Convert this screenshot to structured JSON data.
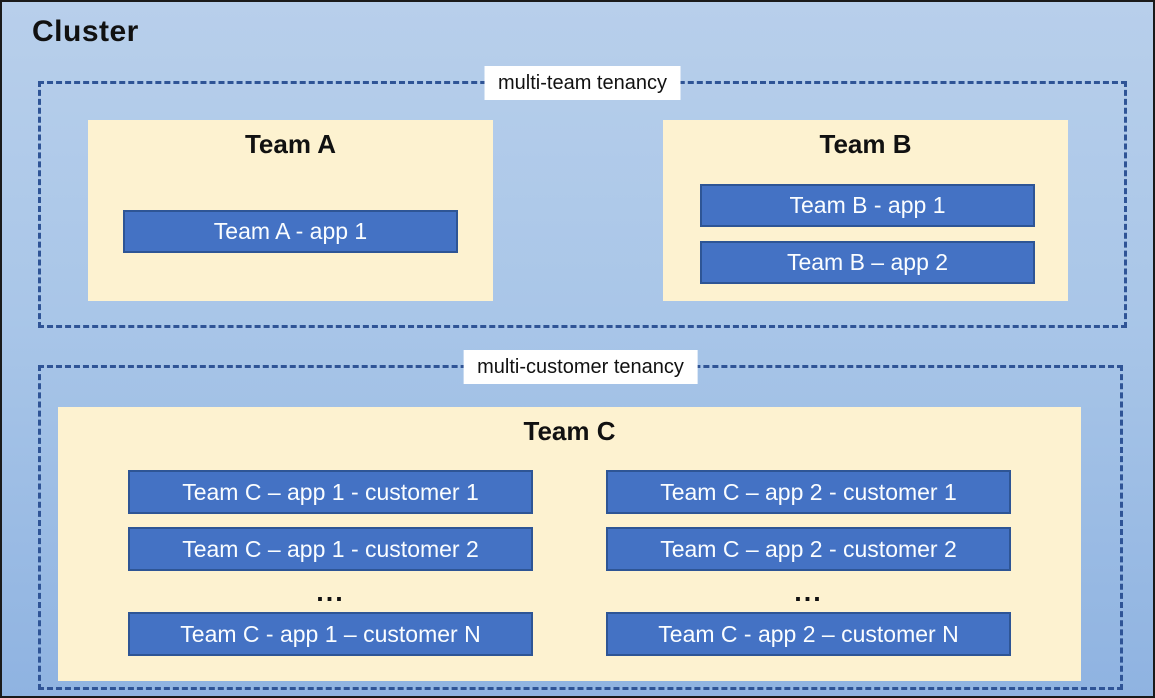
{
  "cluster": {
    "title": "Cluster"
  },
  "zones": [
    {
      "label": "multi-team tenancy",
      "teams": [
        {
          "name": "Team A",
          "apps": [
            "Team A - app 1"
          ]
        },
        {
          "name": "Team B",
          "apps": [
            "Team B - app 1",
            "Team B – app 2"
          ]
        }
      ]
    },
    {
      "label": "multi-customer tenancy",
      "teams": [
        {
          "name": "Team C",
          "columns": [
            {
              "apps": [
                "Team C – app 1 - customer 1",
                "Team C – app 1 - customer 2"
              ],
              "ellipsis": "...",
              "last_app": "Team C - app 1 – customer N"
            },
            {
              "apps": [
                "Team C – app 2 - customer 1",
                "Team C – app 2 - customer 2"
              ],
              "ellipsis": "...",
              "last_app": "Team C - app 2 – customer N"
            }
          ]
        }
      ]
    }
  ],
  "colors": {
    "background_top": "#b8cfeb",
    "background_bottom": "#8fb3e1",
    "dashed_border": "#2f5496",
    "team_box_fill": "#fdf2d0",
    "app_fill": "#4472c4",
    "app_border": "#2e5595",
    "app_text": "#fafdff",
    "label_background": "#ffffff",
    "text": "#111111"
  }
}
